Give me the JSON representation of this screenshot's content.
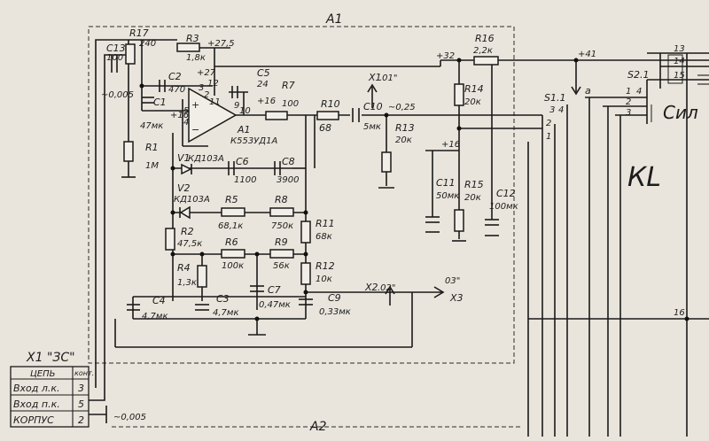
{
  "blocks": {
    "a1": "A1",
    "a2": "A2"
  },
  "supply": {
    "v275": "+27,5",
    "v27": "+27",
    "v16a": "+16",
    "v16b": "+16",
    "v16c": "+16",
    "v32": "+32",
    "v41": "+41"
  },
  "gnd_label": "~0,005",
  "gnd_label2": "~0,005",
  "tilde025": "~0,25",
  "point_a": "a",
  "components": {
    "c13": [
      "C13",
      "100"
    ],
    "r17": [
      "R17",
      "240"
    ],
    "r3": [
      "R3",
      "1,8к"
    ],
    "c2": [
      "C2",
      "470"
    ],
    "c1": [
      "C1",
      "47мк"
    ],
    "r1": [
      "R1",
      "1M"
    ],
    "c5": [
      "C5",
      "24"
    ],
    "r7": [
      "R7",
      "100"
    ],
    "r10": [
      "R10",
      "68"
    ],
    "c10": [
      "C10",
      "5мк"
    ],
    "r13": [
      "R13",
      "20к"
    ],
    "r16": [
      "R16",
      "2,2к"
    ],
    "r14": [
      "R14",
      "20к"
    ],
    "r15": [
      "R15",
      "20к"
    ],
    "c11": [
      "C11",
      "50мк"
    ],
    "c12": [
      "C12",
      "100мк"
    ],
    "v1": [
      "V1",
      "КД103А"
    ],
    "v2": [
      "V2",
      "КД103А"
    ],
    "c6": [
      "C6",
      "1100"
    ],
    "c8": [
      "C8",
      "3900"
    ],
    "r5": [
      "R5",
      "68,1к"
    ],
    "r8": [
      "R8",
      "750к"
    ],
    "r11": [
      "R11",
      "68к"
    ],
    "r2": [
      "R2",
      "47,5к"
    ],
    "r6": [
      "R6",
      "100к"
    ],
    "r9": [
      "R9",
      "56к"
    ],
    "r12": [
      "R12",
      "10к"
    ],
    "r4": [
      "R4",
      "1,3к"
    ],
    "c4": [
      "C4",
      "4,7мк"
    ],
    "c3": [
      "C3",
      "4,7мк"
    ],
    "c7": [
      "C7",
      "0,47мк"
    ],
    "c9": [
      "C9",
      "0,33мк"
    ]
  },
  "opamp": {
    "name": "A1",
    "part": "К553УД1А",
    "pins": [
      "12",
      "3",
      "2",
      "5",
      "4",
      "9",
      "10",
      "11"
    ]
  },
  "testpoints": {
    "x1": "X1",
    "x1n": ".01\"",
    "x2": "X2",
    "x2n": ".02\"",
    "x3": "X3",
    "x3n": "03\""
  },
  "switches": {
    "s1": "S1.1",
    "s1pins": [
      "3",
      "4",
      "2",
      "1"
    ],
    "s2": "S2.1",
    "s2pins": [
      "1",
      "4",
      "2",
      "3"
    ]
  },
  "edge_numbers": {
    "n13": "13",
    "n14": "14",
    "n15": "15",
    "n16": "16"
  },
  "handwritten": {
    "t1": "Сил",
    "t2": "КL"
  },
  "connector": {
    "title": "X1 \"ЗС\"",
    "header": [
      "ЦЕПЬ",
      "конт."
    ],
    "rows": [
      {
        "name": "Вход л.к.",
        "pin": "3"
      },
      {
        "name": "Вход п.к.",
        "pin": "5"
      },
      {
        "name": "КОРПУС",
        "pin": "2"
      }
    ]
  }
}
